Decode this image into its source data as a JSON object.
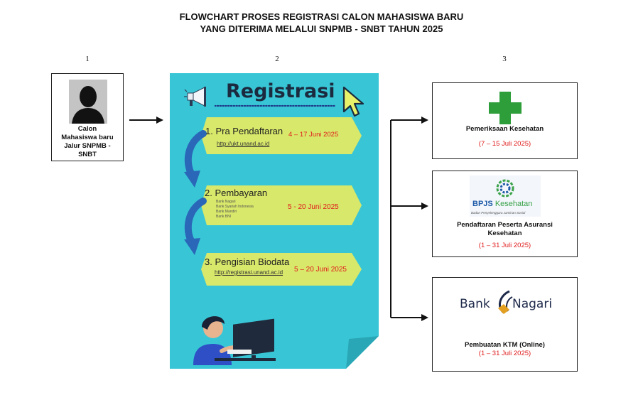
{
  "title": {
    "line1": "FLOWCHART PROSES REGISTRASI CALON MAHASISWA BARU",
    "line2": "YANG DITERIMA MELALUI SNPMB - SNBT TAHUN 2025"
  },
  "columns": [
    "1",
    "2",
    "3"
  ],
  "candidate": {
    "label_lines": [
      "Calon",
      "Mahasiswa baru",
      "Jalur SNPMB -",
      "SNBT"
    ]
  },
  "registration": {
    "heading": "Registrasi",
    "steps": [
      {
        "number_label": "1. Pra Pendaftaran",
        "date": "4 – 17 Juni 2025",
        "url": "http://ukt.unand.ac.id"
      },
      {
        "number_label": "2. Pembayaran",
        "date": "5 - 20 Juni 2025",
        "banks": [
          "Bank Nagari",
          "Bank Syariah Indonesia",
          "Bank Mandiri",
          "Bank BNI"
        ]
      },
      {
        "number_label": "3. Pengisian Biodata",
        "date": "5 – 20 Juni 2025",
        "url": "http://registrasi.unand.ac.id"
      }
    ]
  },
  "outcomes": [
    {
      "title": "Pemeriksaan Kesehatan",
      "date": "(7 – 15 Juli 2025)",
      "icon": "green-cross-icon"
    },
    {
      "title_lines": [
        "Pendaftaran Peserta Asuransi",
        "Kesehatan"
      ],
      "date": "(1 – 31 Juli 2025)",
      "logo": {
        "name": "BPJS Kesehatan",
        "tagline": "Badan Penyelenggara Jaminan Sosial"
      }
    },
    {
      "title": "Pembuatan KTM (Online)",
      "date": "(1 – 31 Juli 2025)",
      "logo": {
        "word1": "Bank",
        "word2": "Nagari"
      }
    }
  ],
  "colors": {
    "panel": "#38c6d6",
    "banner": "#d8e86a",
    "date_red": "#e01b1b",
    "cross_green": "#2e9e3a",
    "flow_arrow_blue": "#2a67b8",
    "bpjs_blue": "#1d5aa8",
    "bpjs_green": "#3aa34a",
    "nagari_navy": "#1e2a4a",
    "nagari_gold": "#e3a020"
  }
}
